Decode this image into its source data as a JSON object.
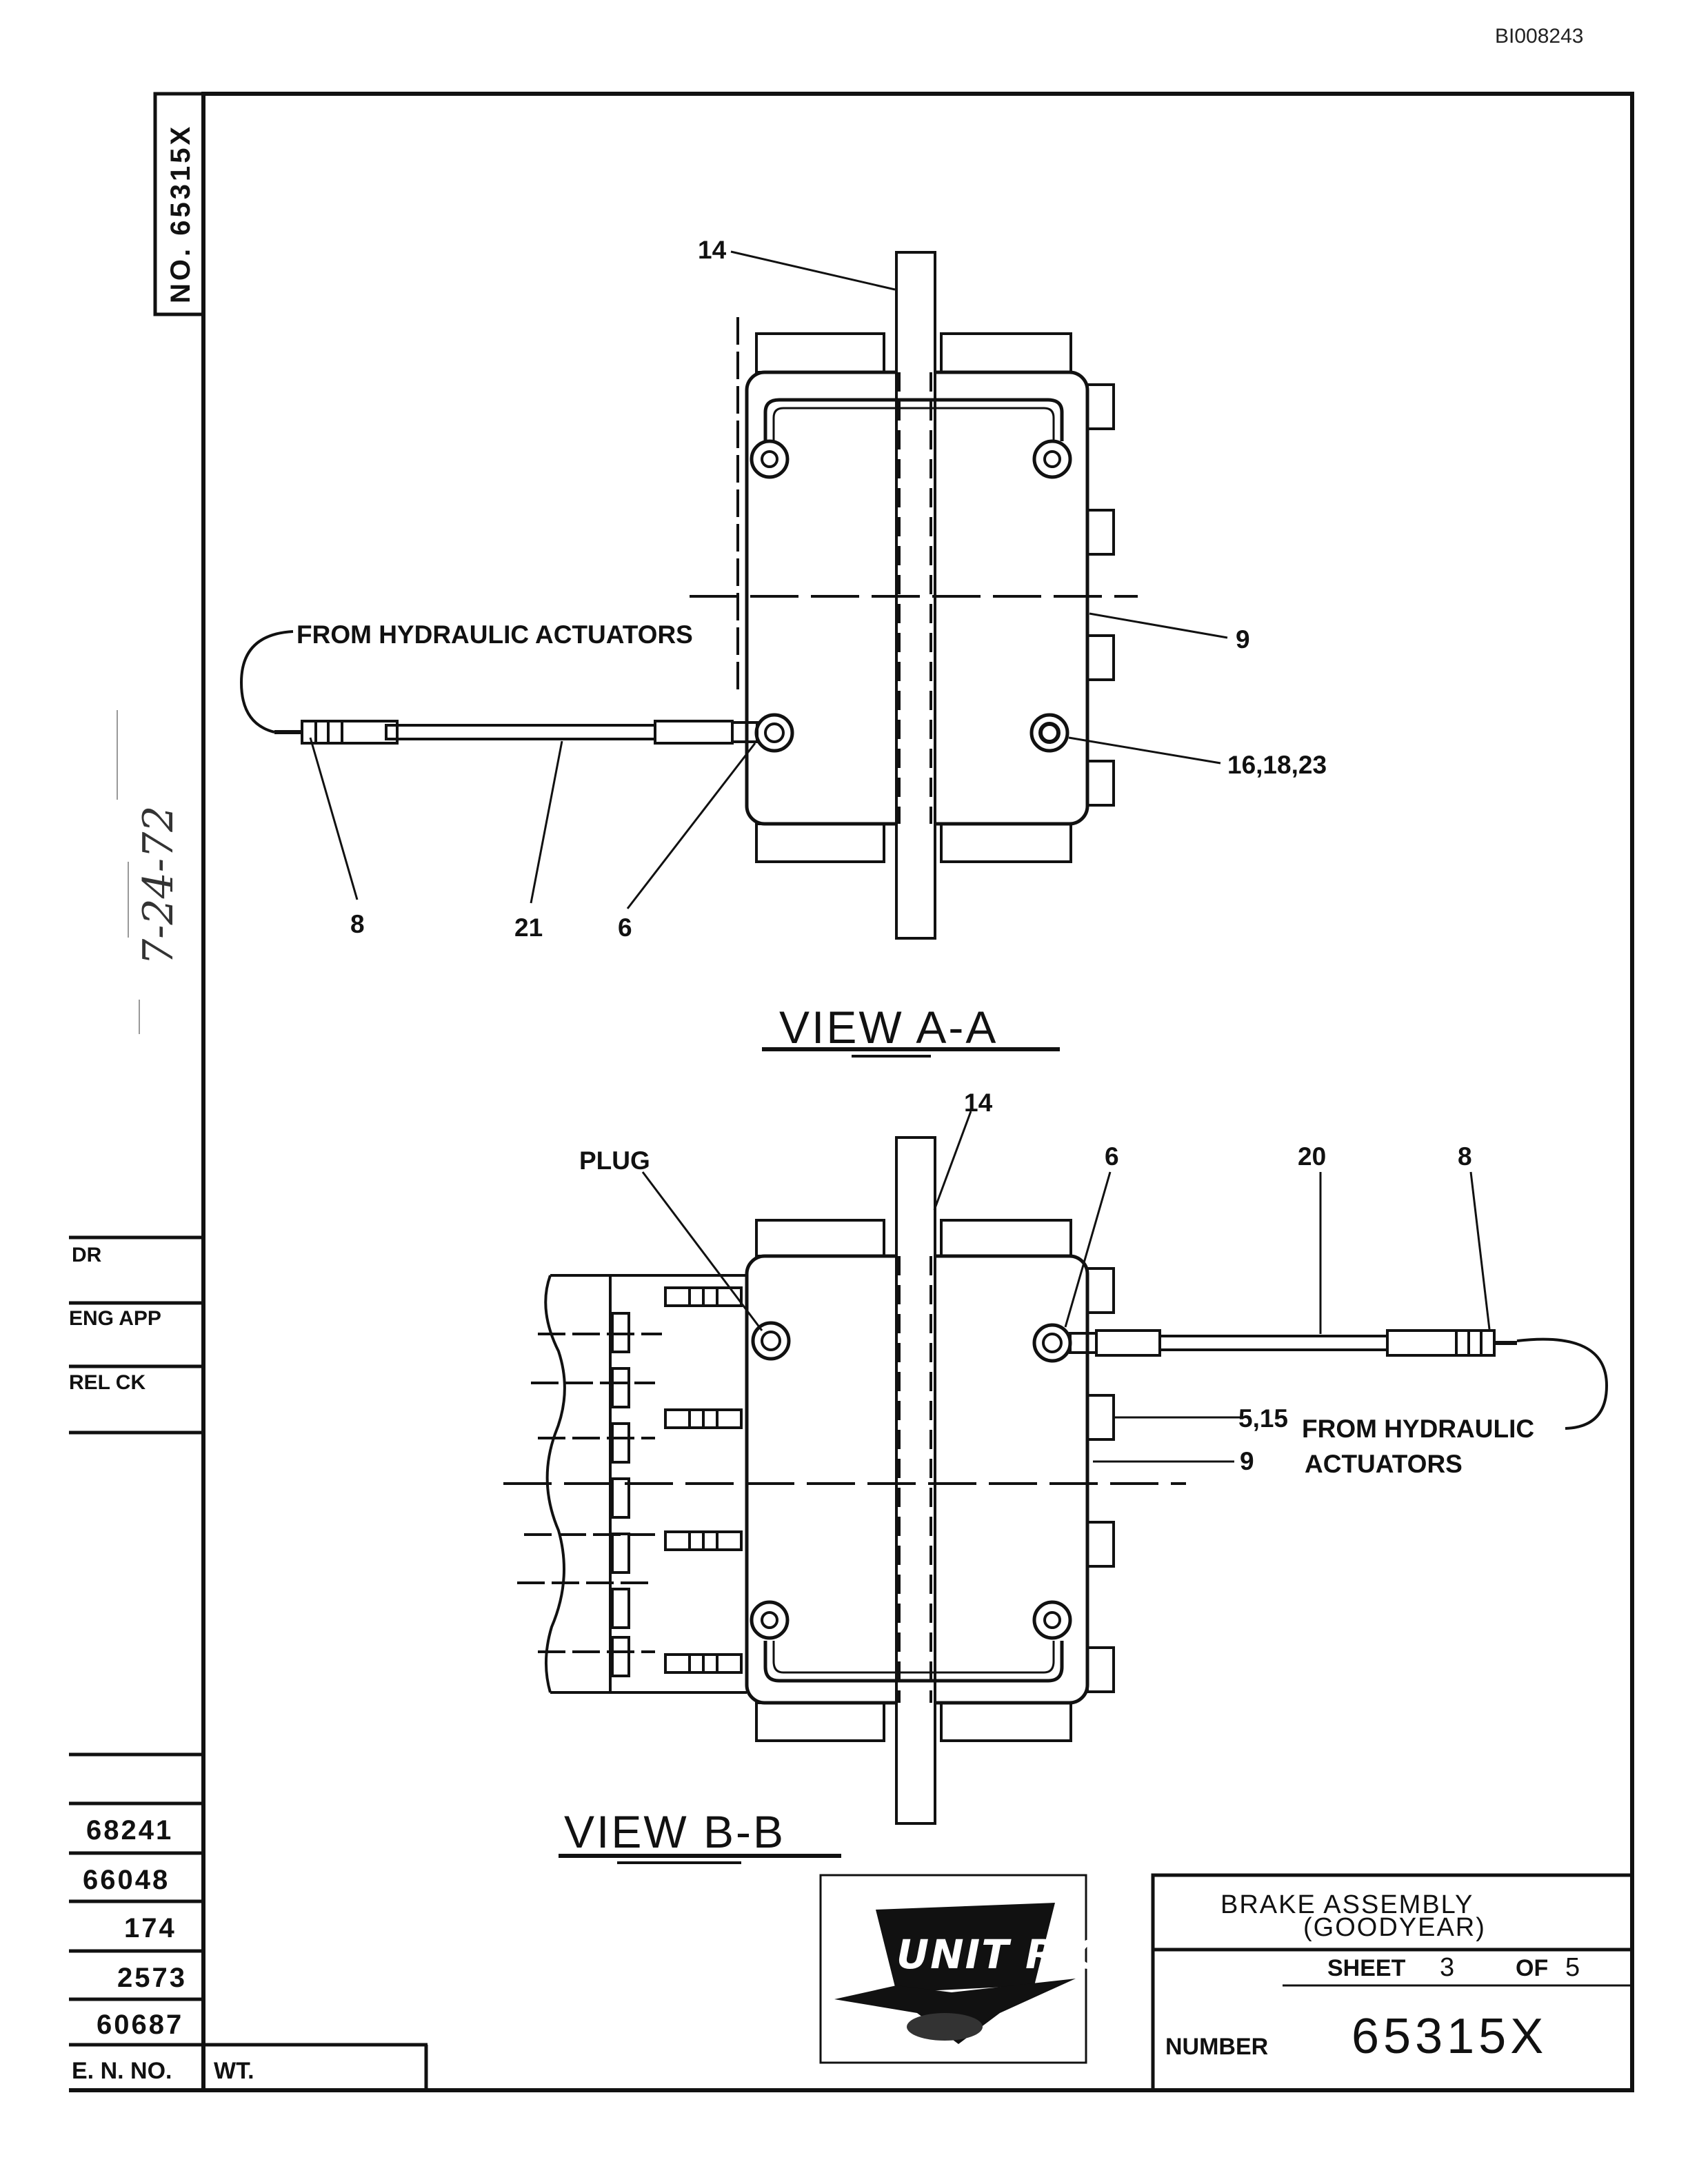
{
  "doc_id": "BI008243",
  "drawing_no_side": "NO. 65315X",
  "view_a": {
    "title": "VIEW A-A",
    "annotation": "FROM HYDRAULIC ACTUATORS",
    "callouts": [
      "14",
      "9",
      "16,18,23",
      "8",
      "21",
      "6"
    ]
  },
  "view_b": {
    "title": "VIEW B-B",
    "annotation_line1": "FROM HYDRAULIC",
    "annotation_line2": "ACTUATORS",
    "callouts": [
      "14",
      "PLUG",
      "6",
      "20",
      "8",
      "5,15",
      "9"
    ]
  },
  "handwritten_date": "7-24-72",
  "revision_labels": [
    "DR",
    "ENG APP",
    "REL CK"
  ],
  "en_numbers": [
    "68241",
    "66048",
    "174",
    "2573",
    "60687"
  ],
  "en_header": "E. N. NO.",
  "wt_header": "WT.",
  "logo_text": "UNIT RIG",
  "title_block": {
    "title_line1": "BRAKE ASSEMBLY",
    "title_line2": "(GOODYEAR)",
    "sheet_label": "SHEET",
    "sheet_num": "3",
    "of_label": "OF",
    "sheet_total": "5",
    "number_label": "NUMBER",
    "number": "65315X"
  }
}
